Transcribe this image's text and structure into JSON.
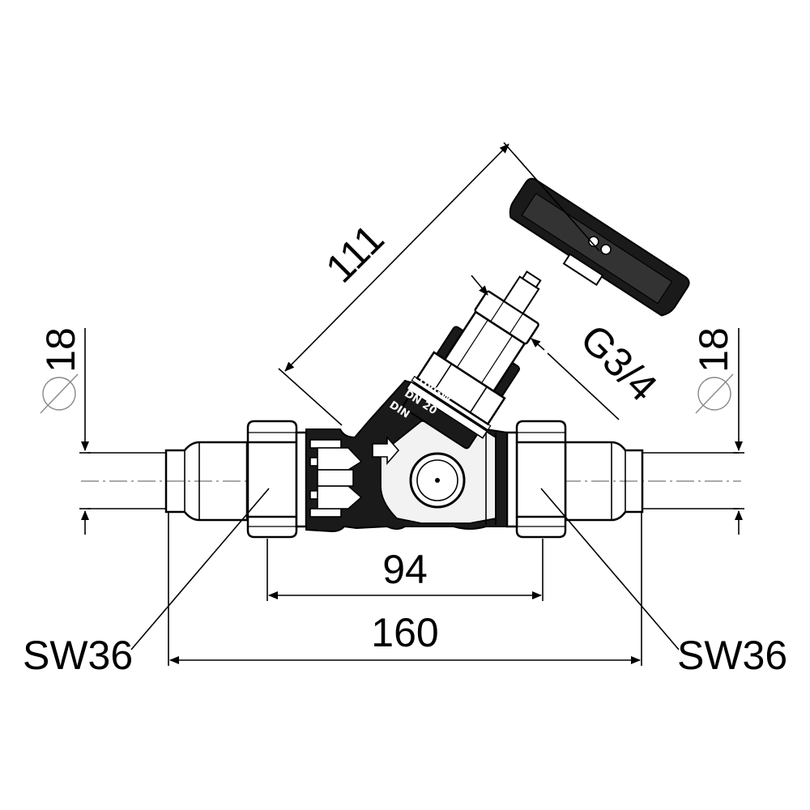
{
  "dimensions": {
    "length_111": "111",
    "length_94": "94",
    "length_160": "160",
    "thread": "G3/4",
    "dia_left": "18",
    "dia_right": "18",
    "wrench_left": "SW36",
    "wrench_right": "SW36"
  },
  "body_marking": {
    "line1": "DVGW",
    "line2": "DN 20",
    "line3": "DIN"
  }
}
